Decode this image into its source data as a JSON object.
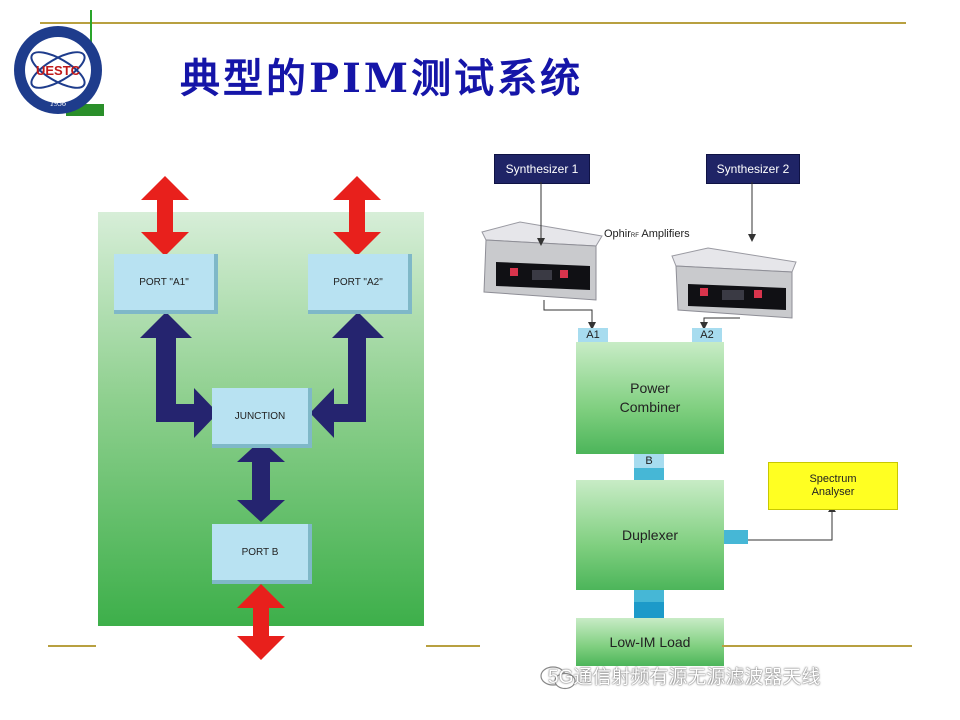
{
  "slide": {
    "title": "典型的PIM测试系统",
    "logo_text": "UESTC",
    "logo_year": "1956",
    "watermark": "5G通信射频有源无源滤波器天线"
  },
  "left_diagram": {
    "port_a1": "PORT \"A1\"",
    "port_a2": "PORT \"A2\"",
    "junction": "JUNCTION",
    "port_b": "PORT B"
  },
  "right_diagram": {
    "synth1": "Synthesizer 1",
    "synth2": "Synthesizer 2",
    "amp_brand": "Ophir",
    "amp_sup": "RF",
    "amp_word": "Amplifiers",
    "port_a1": "A1",
    "port_a2": "A2",
    "port_b": "B",
    "combiner_line1": "Power",
    "combiner_line2": "Combiner",
    "duplexer": "Duplexer",
    "load": "Low-IM Load",
    "spectrum_line1": "Spectrum",
    "spectrum_line2": "Analyser"
  },
  "colors": {
    "title": "#1515a8",
    "arrow_red": "#e8201c",
    "arrow_navy": "#25246f",
    "synth_bg": "#1f2466",
    "analyser_bg": "#ffff22"
  }
}
